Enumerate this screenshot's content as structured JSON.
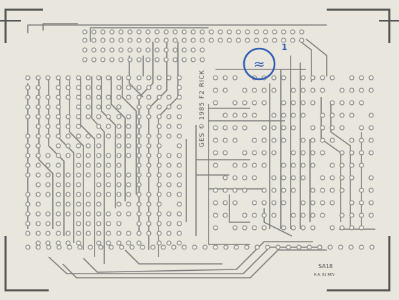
{
  "board": {
    "vertical_label": "GES © 1985 F2 RICK",
    "stamp_line1": "SA18",
    "stamp_line2": "R.A. 81  REV",
    "marker_number": "1",
    "highlight_symbol": "≈"
  },
  "colors": {
    "paper": "#e9e6dd",
    "trace": "#7d7d7d",
    "pad": "#9a9a9a",
    "highlight": "#2f5db3",
    "crop_mark": "#555555"
  }
}
